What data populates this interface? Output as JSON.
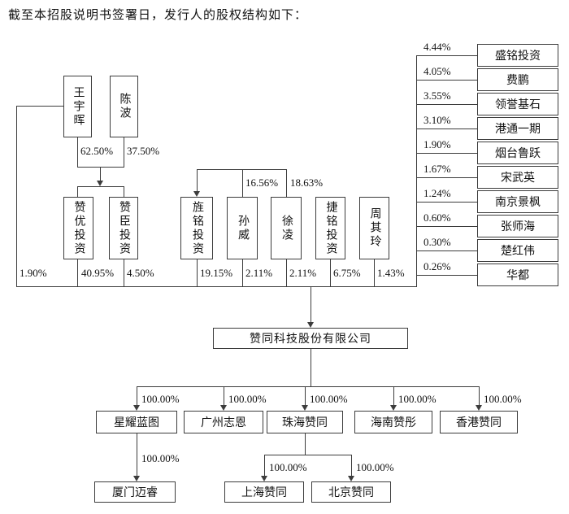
{
  "title": "截至本招股说明书签署日，发行人的股权结构如下：",
  "line_color": "#3c3c3c",
  "founders": [
    {
      "name": "王宇晖",
      "stake": "62.50%",
      "direct_stake": "1.90%"
    },
    {
      "name": "陈波",
      "stake": "37.50%"
    }
  ],
  "vehicle_shareholders": [
    {
      "name": "赞优投资",
      "stake": "40.95%"
    },
    {
      "name": "赞臣投资",
      "stake": "4.50%"
    }
  ],
  "middle_shareholders": [
    {
      "name": "旌铭投资",
      "stake": "19.15%"
    },
    {
      "name": "孙威",
      "stake": "2.11%",
      "stake_in_jingming": "16.56%"
    },
    {
      "name": "徐凌",
      "stake": "2.11%",
      "stake_in_jingming": "18.63%"
    },
    {
      "name": "捷铭投资",
      "stake": "6.75%"
    },
    {
      "name": "周其玲",
      "stake": "1.43%"
    }
  ],
  "right_shareholders": [
    {
      "name": "盛铭投资",
      "stake": "4.44%"
    },
    {
      "name": "费鹏",
      "stake": "4.05%"
    },
    {
      "name": "领誉基石",
      "stake": "3.55%"
    },
    {
      "name": "港通一期",
      "stake": "3.10%"
    },
    {
      "name": "烟台鲁跃",
      "stake": "1.90%"
    },
    {
      "name": "宋武英",
      "stake": "1.67%"
    },
    {
      "name": "南京景枫",
      "stake": "1.24%"
    },
    {
      "name": "张师海",
      "stake": "0.60%"
    },
    {
      "name": "楚红伟",
      "stake": "0.30%"
    },
    {
      "name": "华都",
      "stake": "0.26%"
    }
  ],
  "company": {
    "name": "赞同科技股份有限公司"
  },
  "subsidiaries": [
    {
      "name": "星耀蓝图",
      "stake": "100.00%"
    },
    {
      "name": "广州志恩",
      "stake": "100.00%"
    },
    {
      "name": "珠海赞同",
      "stake": "100.00%"
    },
    {
      "name": "海南赞彤",
      "stake": "100.00%"
    },
    {
      "name": "香港赞同",
      "stake": "100.00%"
    }
  ],
  "second_tier": [
    {
      "name": "厦门迈睿",
      "stake": "100.00%",
      "parent": "星耀蓝图"
    },
    {
      "name": "上海赞同",
      "stake": "100.00%",
      "parent": "珠海赞同"
    },
    {
      "name": "北京赞同",
      "stake": "100.00%",
      "parent": "珠海赞同"
    }
  ]
}
